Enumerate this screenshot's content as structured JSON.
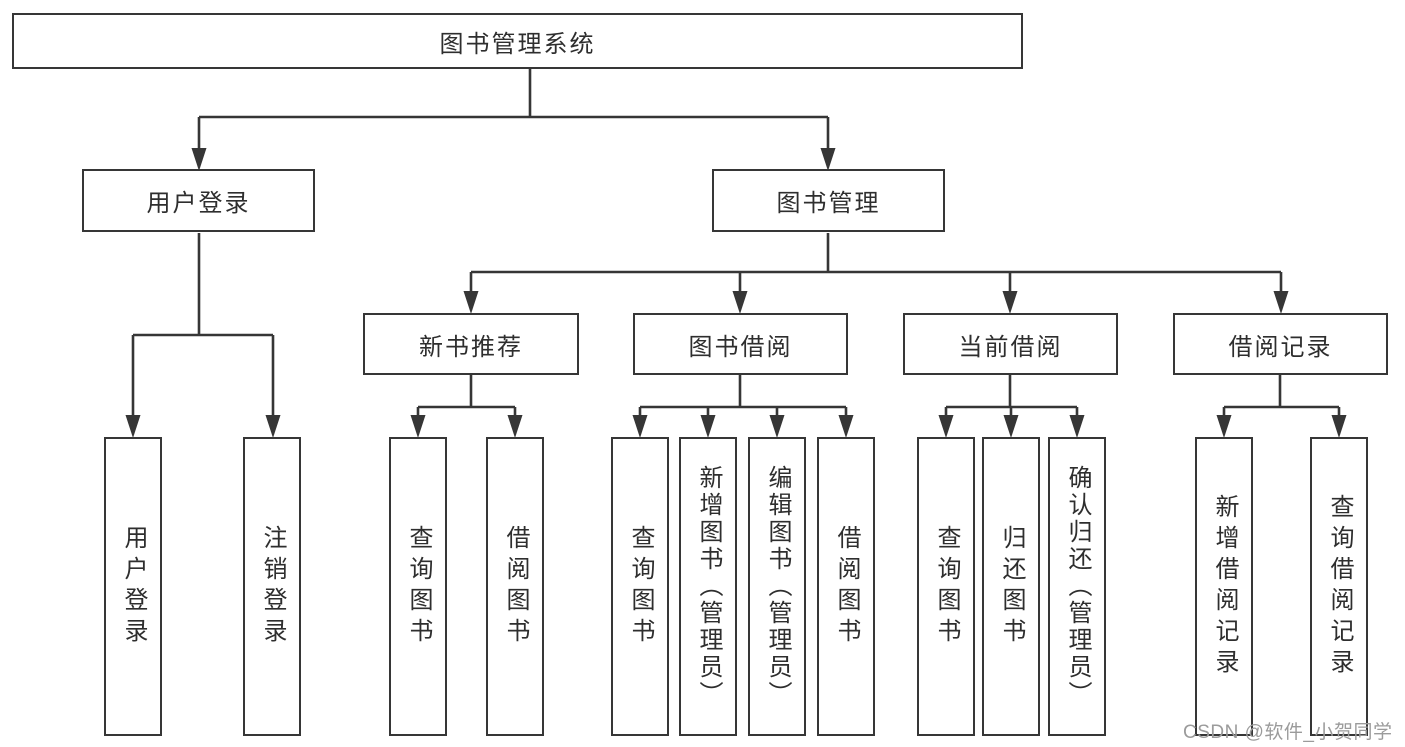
{
  "diagram": {
    "root": {
      "label": "图书管理系统"
    },
    "branches": [
      {
        "label": "用户登录",
        "children": [
          {
            "label": "用户登录"
          },
          {
            "label": "注销登录"
          }
        ]
      },
      {
        "label": "图书管理",
        "children": [
          {
            "label": "新书推荐",
            "children": [
              {
                "label": "查询图书"
              },
              {
                "label": "借阅图书"
              }
            ]
          },
          {
            "label": "图书借阅",
            "children": [
              {
                "label": "查询图书"
              },
              {
                "label": "新增图书（管理员）"
              },
              {
                "label": "编辑图书（管理员）"
              },
              {
                "label": "借阅图书"
              }
            ]
          },
          {
            "label": "当前借阅",
            "children": [
              {
                "label": "查询图书"
              },
              {
                "label": "归还图书"
              },
              {
                "label": "确认归还（管理员）"
              }
            ]
          },
          {
            "label": "借阅记录",
            "children": [
              {
                "label": "新增借阅记录"
              },
              {
                "label": "查询借阅记录"
              }
            ]
          }
        ]
      }
    ]
  },
  "watermark": {
    "text": "CSDN @软件_小贺同学",
    "color": "#9b9b9b"
  },
  "colors": {
    "line": "#363636",
    "box_border": "#363636",
    "text": "#2e2e2e",
    "background": "#ffffff"
  }
}
